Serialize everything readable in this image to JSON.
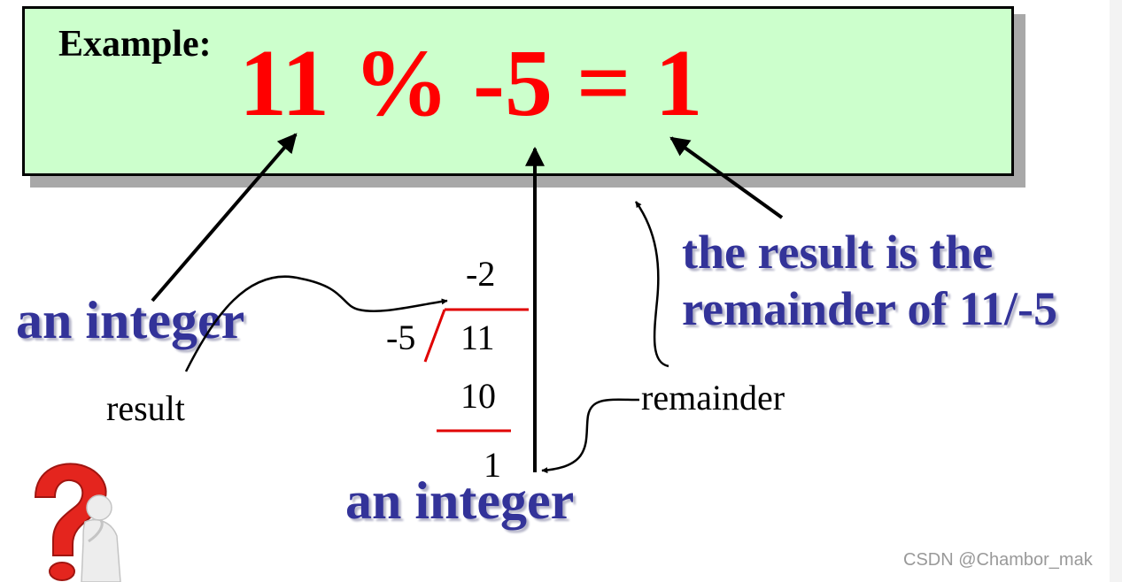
{
  "slide": {
    "example_label": "Example:",
    "equation": "11 % -5 = 1",
    "left_annotation": "an integer",
    "bottom_annotation": "an integer",
    "explanation_line1": "the result is the",
    "explanation_line2": "remainder of 11/-5",
    "result_label": "result",
    "remainder_label": "remainder"
  },
  "division": {
    "quotient": "-2",
    "divisor": "-5",
    "dividend": "11",
    "product": "10",
    "remainder": "1"
  },
  "colors": {
    "box_fill": "#ccffcc",
    "equation": "#ff0000",
    "annotation": "#333399",
    "division_lines": "#e00000"
  },
  "icons": {
    "thinking_figure": "question-mark-thinking-person-icon"
  },
  "watermark": "CSDN @Chambor_mak"
}
